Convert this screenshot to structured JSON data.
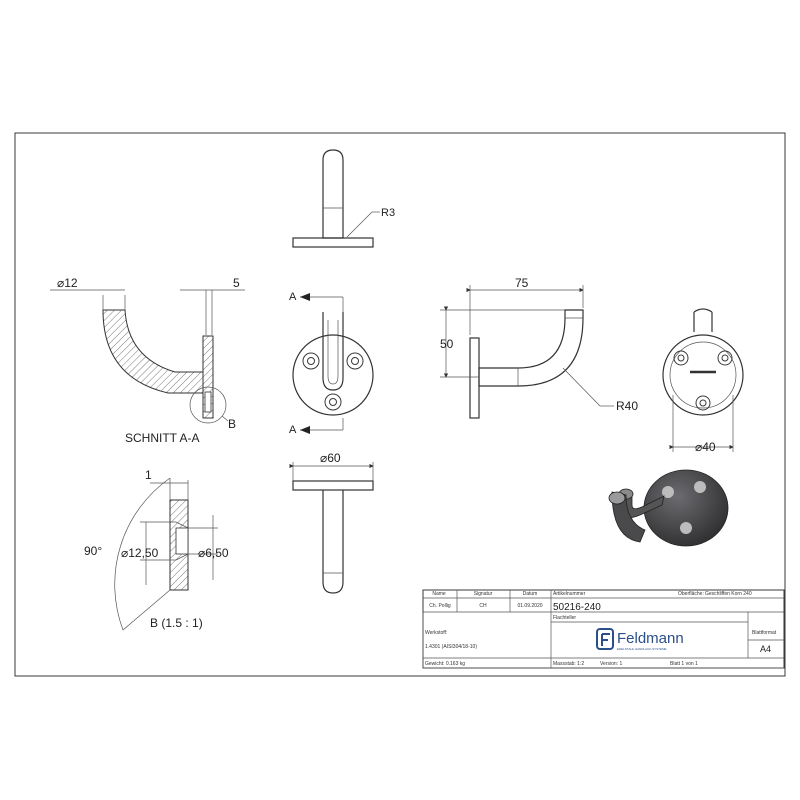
{
  "dimensions": {
    "dia_12": "⌀12",
    "five": "5",
    "r3": "R3",
    "dia_60": "⌀60",
    "seventy_five": "75",
    "fifty": "50",
    "r40": "R40",
    "dia_40": "⌀40",
    "one": "1",
    "ninety": "90°",
    "dia_12_50": "⌀12,50",
    "dia_6_50": "⌀6,50"
  },
  "labels": {
    "section_a_top": "A",
    "section_a_bottom": "A",
    "detail_b_marker": "B",
    "section_title": "SCHNITT A-A",
    "detail_title": "B (1.5 : 1)"
  },
  "title_block": {
    "col_name": "Name",
    "col_signatur": "Signatur",
    "col_datum": "Datum",
    "name_value": "Ch. Pollig",
    "signatur_value": "CH",
    "datum_value": "01.09.2020",
    "artikelnummer_label": "Artikelnummer",
    "oberflaeche_label": "Oberfläche:",
    "oberflaeche_value": "Geschliffen Korn 240",
    "article_number": "50216-240",
    "description": "Flachteller",
    "werkstoff_label": "Werkstoff:",
    "werkstoff_value": "1.4301 (AISI304/18-10)",
    "company": "Feldmann",
    "company_sub": "EDELSTAHL HANDLAUF-SYSTEME",
    "blattformat_label": "Blattformat",
    "blattformat_value": "A4",
    "gewicht": "Gewicht: 0.163 kg",
    "massstab": "Massstab: 1:2",
    "version": "Version: 1",
    "blatt": "Blatt 1 von 1"
  },
  "colors": {
    "line": "#3a3a3a",
    "hatch": "#555555",
    "logo_blue": "#2a4f8a",
    "photo_dark": "#4a4a4c"
  }
}
